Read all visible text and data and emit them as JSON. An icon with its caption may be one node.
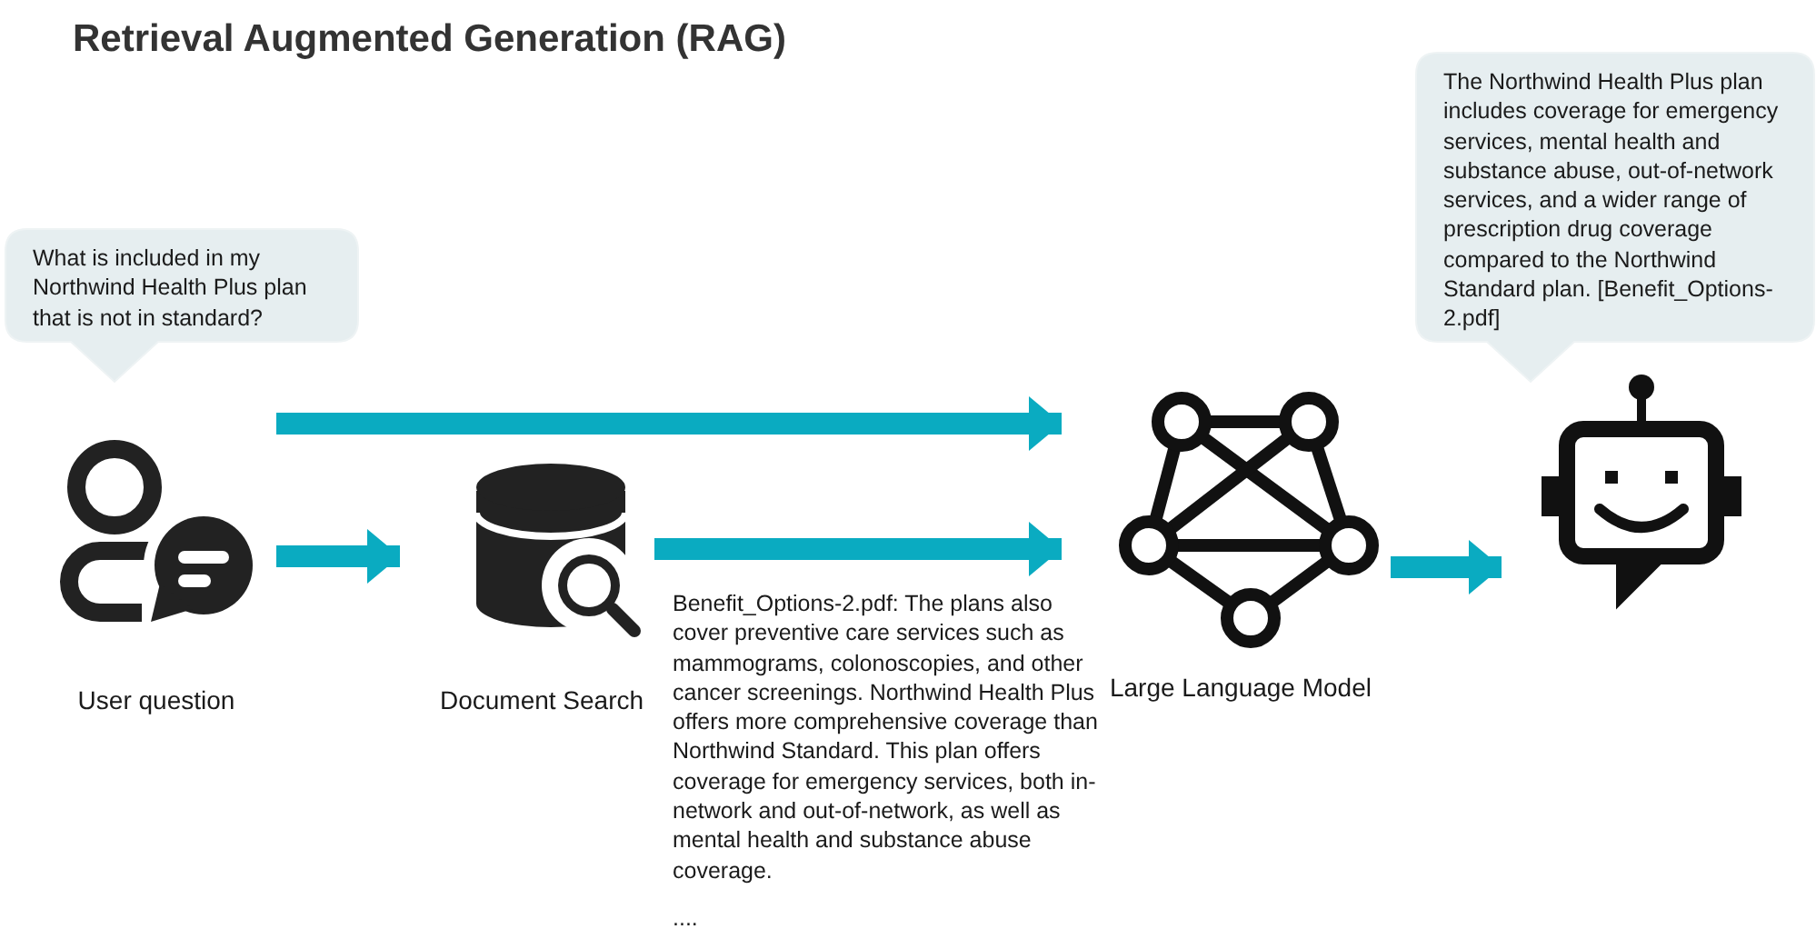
{
  "diagram": {
    "title": "Retrieval Augmented Generation (RAG)",
    "nodes": [
      {
        "text": [
          "What is included in my Northwind Health Plus plan that is not in standard?"
        ]
      },
      {
        "text": [
          "User question"
        ]
      },
      {
        "text": [
          "Document Search"
        ]
      },
      {
        "text": [
          "Large Language Model"
        ]
      },
      {
        "text": [
          "The Northwind Health Plus plan includes coverage for emergency services, mental health and substance abuse, out-of-network services, and a wider range of prescription drug coverage compared to the Northwind Standard plan. [Benefit_Options-2.pdf]"
        ]
      },
      {
        "text": [],
        "shape": "picture"
      }
    ],
    "edges": [
      {
        "from": 1,
        "to": 3,
        "arrow": "to"
      },
      {
        "from": 1,
        "to": 2,
        "arrow": "to"
      },
      {
        "from": 2,
        "to": 3,
        "arrow": "to"
      },
      {
        "from": 3,
        "to": 5,
        "arrow": "to"
      }
    ],
    "labels": [
      "Benefit_Options-2.pdf: The plans also cover preventive care services such as mammograms, colonoscopies, and other cancer screenings. Northwind Health Plus offers more comprehensive coverage than Northwind Standard. This plan offers coverage for emergency services, both in-network and out-of-network, as well as mental health and substance abuse coverage.",
      "...."
    ]
  }
}
